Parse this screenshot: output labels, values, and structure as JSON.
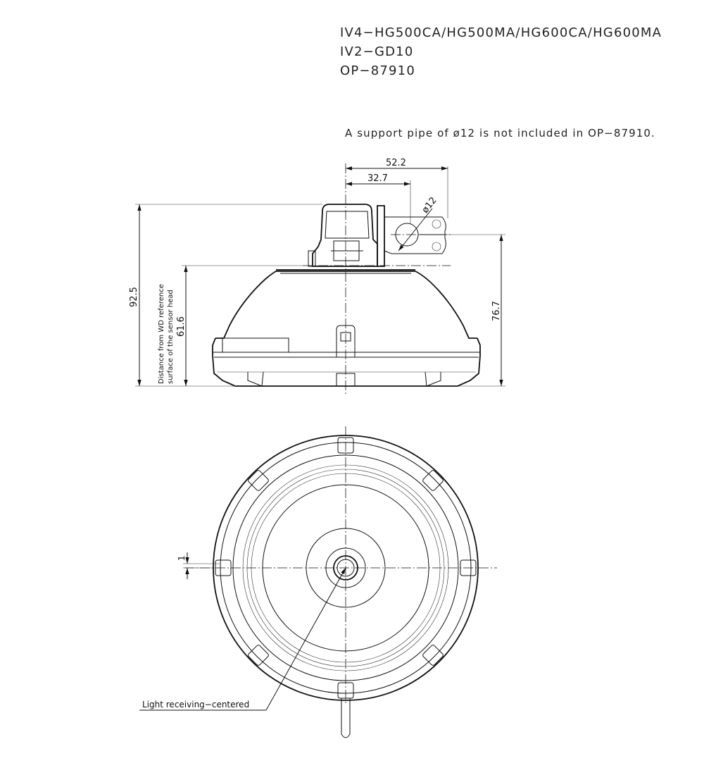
{
  "header": {
    "line1": "IV4−HG500CA/HG500MA/HG600CA/HG600MA",
    "line2": "IV2−GD10",
    "line3": "OP−87910"
  },
  "note": "A support pipe of ø12 is not included in OP−87910.",
  "dimensions": {
    "d52_2": "52.2",
    "d32_7": "32.7",
    "d_phi12": "ø12",
    "d92_5": "92.5",
    "d61_6": "61.6",
    "d76_7": "76.7",
    "d1": "1"
  },
  "labels": {
    "wd_line1": "Distance from WD reference",
    "wd_line2": "surface of the sensor head",
    "light_center": "Light receiving−centered"
  }
}
